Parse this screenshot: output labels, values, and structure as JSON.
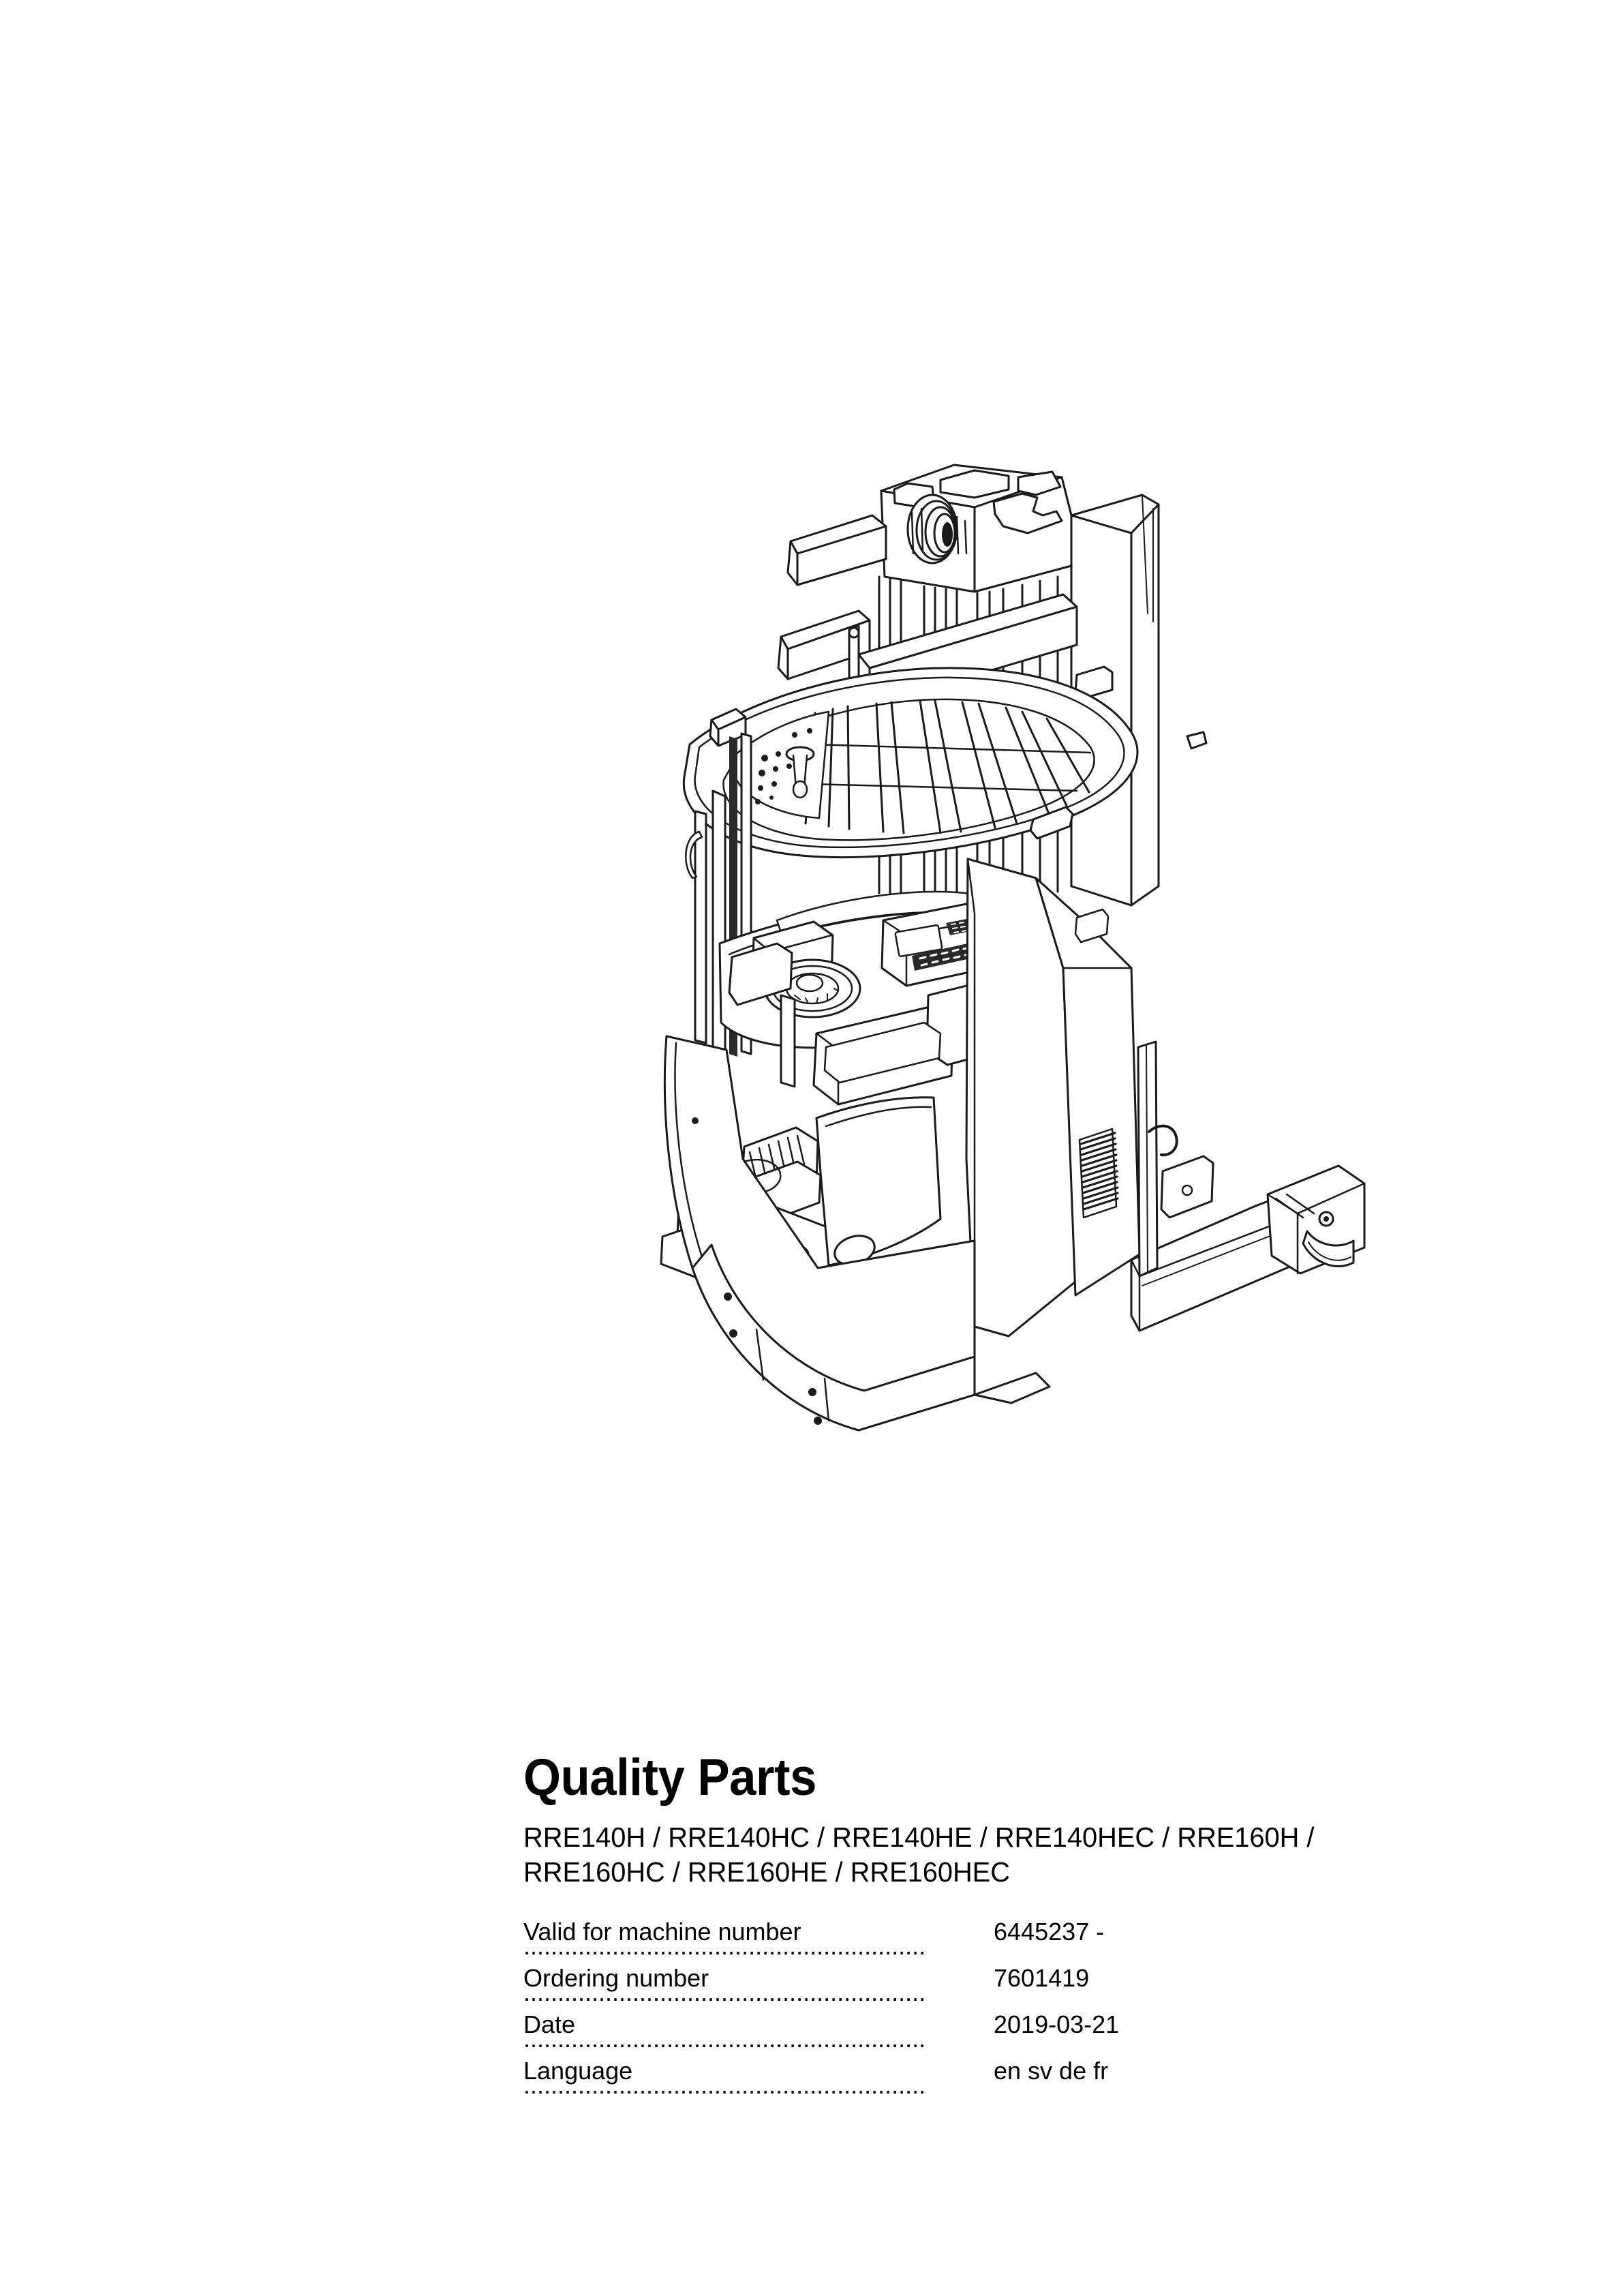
{
  "document": {
    "title": "Quality Parts",
    "models_line_1": "RRE140H / RRE140HC / RRE140HE / RRE140HEC / RRE160H /",
    "models_line_2": "RRE160HC / RRE160HE / RRE160HEC",
    "model_list_full": "RRE140H / RRE140HC / RRE140HE / RRE140HEC / RRE160H / RRE160HC / RRE160HE / RRE160HEC",
    "specs": [
      {
        "label": "Valid for machine number",
        "value": "6445237 -",
        "dots": "..........................................................."
      },
      {
        "label": "Ordering number",
        "value": "7601419",
        "dots": "..........................................................."
      },
      {
        "label": "Date ",
        "value": "2019-03-21",
        "dots": "..........................................................."
      },
      {
        "label": "Language",
        "value": " en sv de fr",
        "dots": "..........................................................."
      }
    ]
  },
  "illustration": {
    "name": "reach-truck-technical-drawing",
    "description": "Isometric line drawing of an electric reach truck forklift",
    "line_color": "#1a1a1a",
    "fill_color": "#ffffff",
    "components": [
      "mast-head-assembly",
      "telescopic-mast",
      "overhead-guard-canopy",
      "operator-compartment",
      "display-panel",
      "steering-wheel",
      "control-levers",
      "foot-pedals",
      "battery-compartment",
      "chassis-body",
      "ventilation-grille",
      "support-leg",
      "load-wheel"
    ]
  }
}
